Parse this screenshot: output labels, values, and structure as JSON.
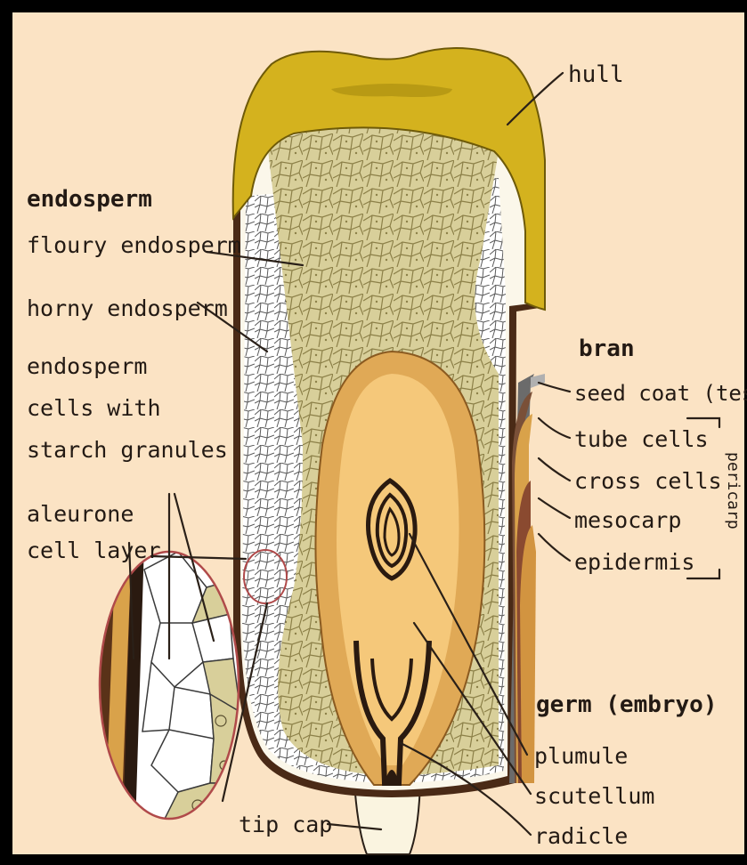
{
  "labels": {
    "hull": "hull",
    "endosperm_heading": "endosperm",
    "floury_endosperm": "floury endosperm",
    "horny_endosperm": "horny endosperm",
    "starch_cells_line1": "endosperm",
    "starch_cells_line2": "cells with",
    "starch_cells_line3": "starch granules",
    "aleurone_line1": "aleurone",
    "aleurone_line2": "cell layer",
    "bran_heading": "bran",
    "seed_coat": "seed coat (testa)",
    "tube_cells": "tube cells",
    "cross_cells": "cross cells",
    "mesocarp": "mesocarp",
    "epidermis": "epidermis",
    "pericarp": "pericarp",
    "germ_heading": "germ (embryo)",
    "plumule": "plumule",
    "scutellum": "scutellum",
    "radicle": "radicle",
    "tip_cap": "tip cap"
  },
  "colors": {
    "background": "#fbe3c4",
    "frame": "#000000",
    "hull": "#d4b21e",
    "floury_endosperm": "#d8cf9a",
    "horny_endosperm": "#ffffff",
    "germ": "#f5c87a",
    "aleurone_outline": "#6b3a1e",
    "inset_outline": "#b04a4a"
  }
}
